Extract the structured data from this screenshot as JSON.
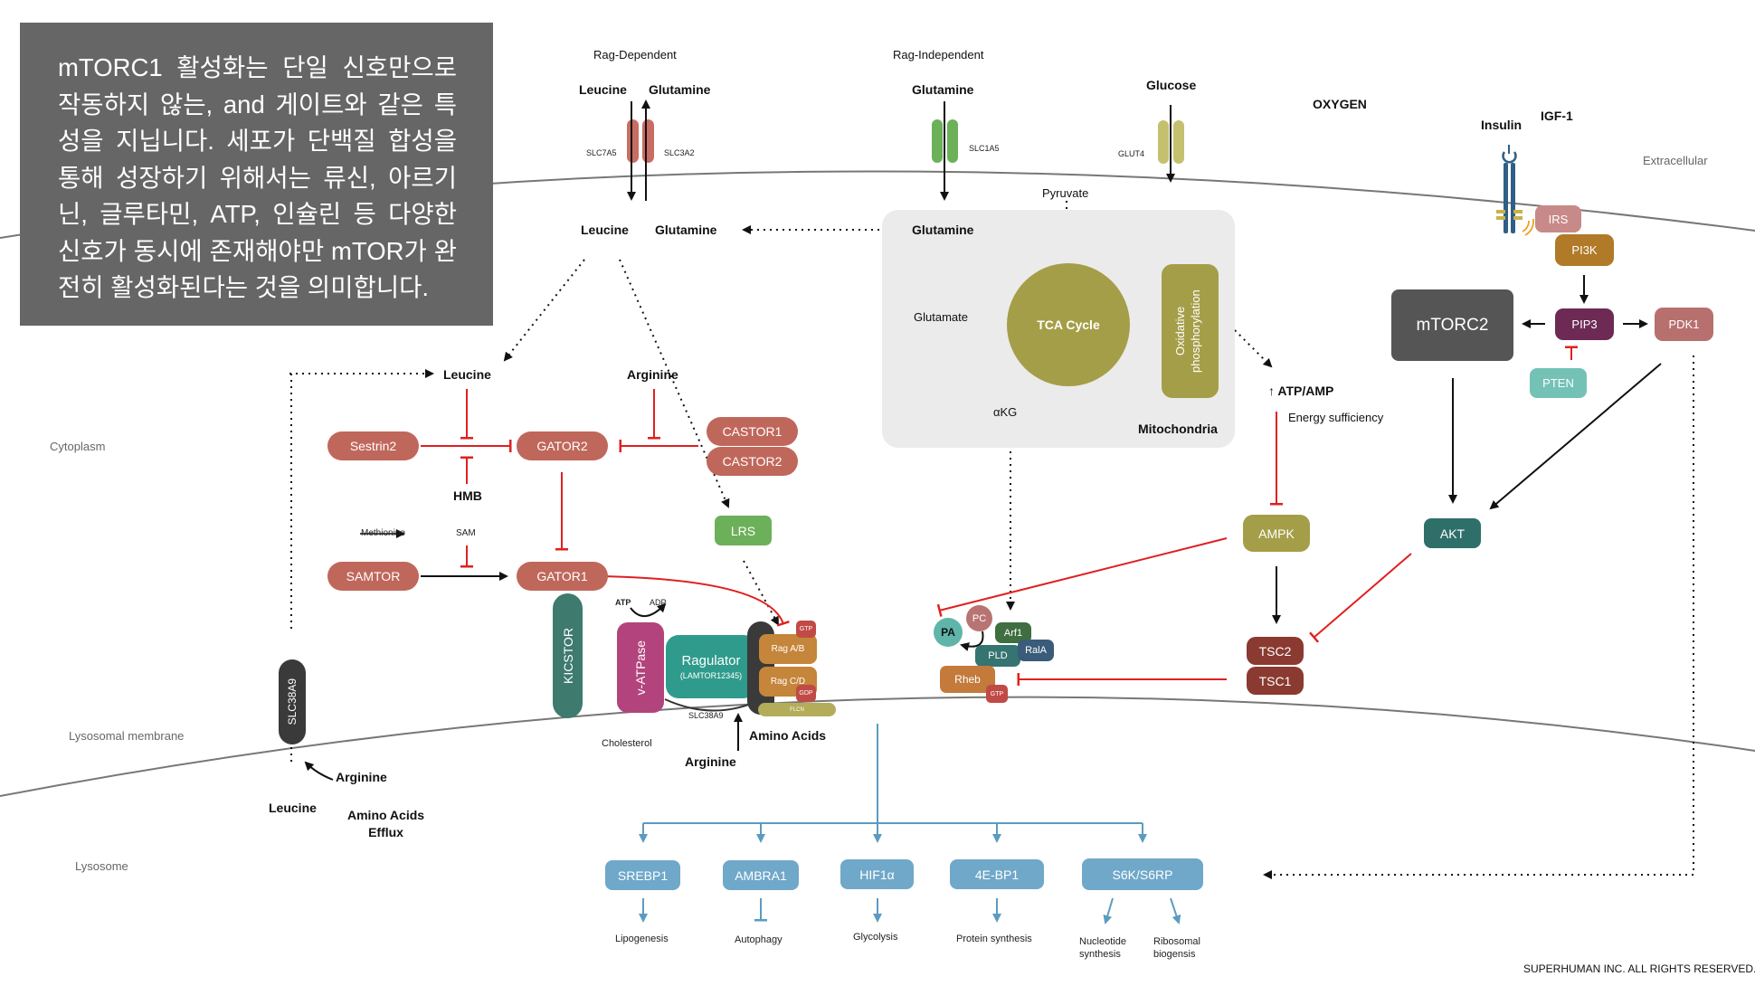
{
  "note": {
    "text": "mTORC1 활성화는 단일 신호만으로 작동하지 않는, and 게이트와 같은 특성을 지닙니다. 세포가 단백질 합성을 통해 성장하기 위해서는 류신, 아르기닌, 글루타민, ATP, 인슐린 등 다양한 신호가 동시에 존재해야만 mTOR가 완전히 활성화된다는 것을 의미합니다."
  },
  "regions": {
    "extracellular": "Extracellular",
    "cytoplasm": "Cytoplasm",
    "lysosomal_membrane": "Lysosomal membrane",
    "lysosome": "Lysosome"
  },
  "transporters": {
    "rag_dependent": "Rag-Dependent",
    "rag_independent": "Rag-Independent",
    "leucine_in": "Leucine",
    "glutamine_out": "Glutamine",
    "slc7a5": "SLC7A5",
    "slc3a2": "SLC3A2",
    "glutamine_in": "Glutamine",
    "slc1a5": "SLC1A5",
    "glucose": "Glucose",
    "glut4": "GLUT4",
    "oxygen": "OXYGEN",
    "insulin": "Insulin",
    "igf1": "IGF-1"
  },
  "cytoplasm": {
    "leucine": "Leucine",
    "glutamine": "Glutamine",
    "pyruvate": "Pyruvate",
    "leucine2": "Leucine",
    "arginine": "Arginine",
    "hmb": "HMB",
    "methionine": "Methionine",
    "sam": "SAM",
    "atp_amp": "↑ ATP/AMP",
    "energy": "Energy sufficiency",
    "atp": "ATP",
    "adp": "ADP",
    "cholesterol": "Cholesterol",
    "slc38a9_small": "SLC38A9",
    "amino_acids": "Amino Acids",
    "arginine_lys": "Arginine",
    "arginine_efflux": "Arginine",
    "leucine_efflux": "Leucine",
    "aa_efflux": "Amino Acids\nEfflux"
  },
  "mitochondria": {
    "glutamine": "Glutamine",
    "glutamate": "Glutamate",
    "akg": "αKG",
    "tca": "TCA Cycle",
    "oxphos": "Oxidative phosphorylation",
    "label": "Mitochondria"
  },
  "nodes": {
    "sestrin2": "Sestrin2",
    "gator2": "GATOR2",
    "castor1": "CASTOR1",
    "castor2": "CASTOR2",
    "samtor": "SAMTOR",
    "gator1": "GATOR1",
    "lrs": "LRS",
    "kicstor": "KICSTOR",
    "vatpase": "v-ATPase",
    "ragulator": "Ragulator",
    "ragulator_sub": "(LAMTOR12345)",
    "rag_ab": "Rag A/B",
    "rag_cd": "Rag C/D",
    "gtp": "GTP",
    "gdp": "GDP",
    "flcn": "FLCN",
    "slc38a9": "SLC38A9",
    "pa": "PA",
    "pc": "PC",
    "arf1": "Arf1",
    "pld": "PLD",
    "rala": "RalA",
    "rheb": "Rheb",
    "rheb_gtp": "GTP",
    "ampk": "AMPK",
    "tsc2": "TSC2",
    "tsc1": "TSC1",
    "akt": "AKT",
    "mtorc2": "mTORC2",
    "irs": "IRS",
    "pi3k": "PI3K",
    "pip3": "PIP3",
    "pdk1": "PDK1",
    "pten": "PTEN"
  },
  "outputs": [
    {
      "name": "SREBP1",
      "effect": "Lipogenesis",
      "type": "activate"
    },
    {
      "name": "AMBRA1",
      "effect": "Autophagy",
      "type": "inhibit"
    },
    {
      "name": "HIF1α",
      "effect": "Glycolysis",
      "type": "activate"
    },
    {
      "name": "4E-BP1",
      "effect": "Protein synthesis",
      "type": "activate"
    },
    {
      "name": "S6K/S6RP",
      "effect": "Nucleotide synthesis",
      "effect2": "Ribosomal biogensis",
      "type": "activate"
    }
  ],
  "footer": "SUPERHUMAN INC. ALL RIGHTS RESERVED.",
  "colors": {
    "activation": "#111111",
    "inhibition": "#e02020",
    "output": "#6fa8c9",
    "membrane": "#777777"
  }
}
